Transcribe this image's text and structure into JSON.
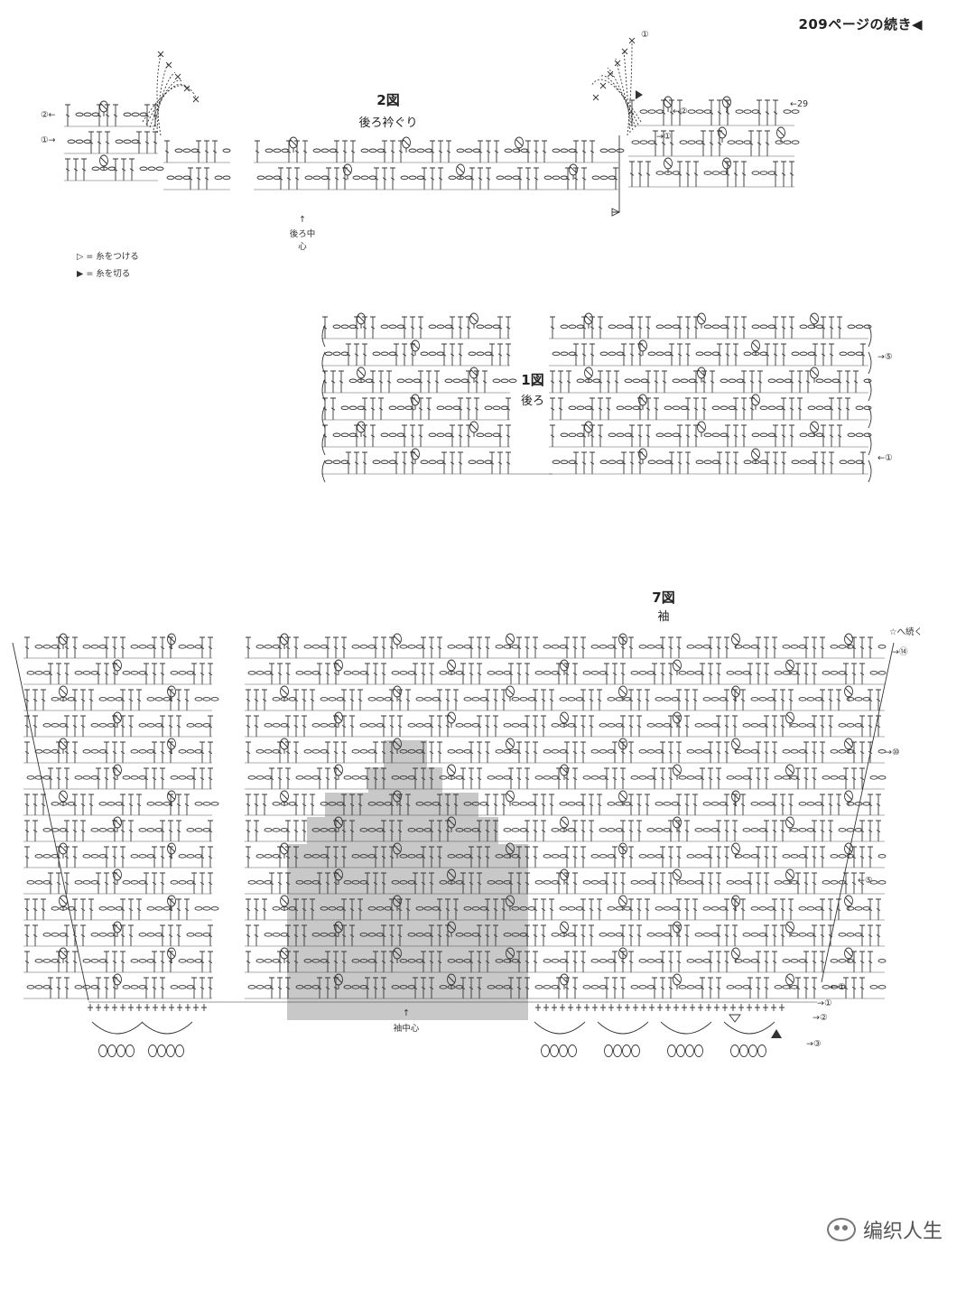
{
  "page_ref": "209ページの続き◀",
  "fig2": {
    "number": "2図",
    "subtitle": "後ろ衿ぐり",
    "center_label": "後ろ中心",
    "row_marks": {
      "left_2": "②←",
      "left_1": "①→",
      "right_1_top": "①",
      "right_2": "←②",
      "right_1": "→①",
      "right_29": "←29"
    }
  },
  "legend": {
    "attach": "▷ = 糸をつける",
    "cut": "▶ = 糸を切る"
  },
  "fig1": {
    "number": "1図",
    "subtitle": "後ろ",
    "row_marks": {
      "r5": "→⑤",
      "r1": "←①"
    }
  },
  "fig7": {
    "number": "7図",
    "subtitle": "袖",
    "center_label": "袖中心",
    "continue_label": "☆へ続く",
    "row_marks": {
      "r14": "→⑭",
      "r10": "→⑩",
      "r5": "←⑤",
      "r1": "←①",
      "e1": "→①",
      "e2": "→②",
      "e3": "→③"
    }
  },
  "watermark": {
    "text": "编织人生",
    "icon": "wechat-icon"
  },
  "colors": {
    "ink": "#333333",
    "shade": "#c8c8c8",
    "shade_dark": "#b8b8b8"
  }
}
